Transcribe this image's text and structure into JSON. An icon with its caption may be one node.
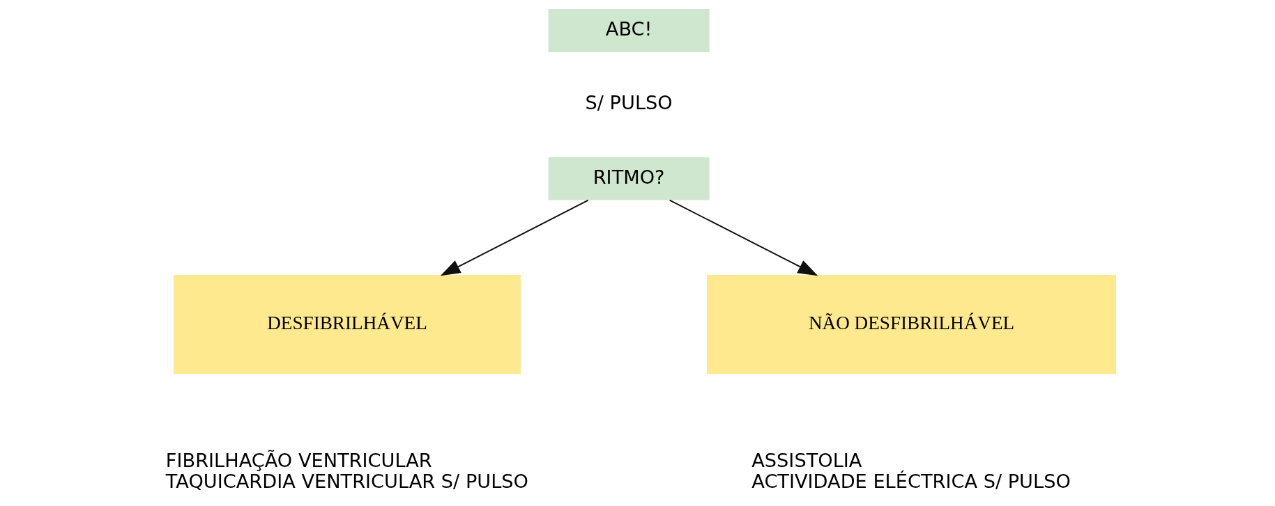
{
  "diagram": {
    "nodes": [
      {
        "text": [
          "ABC!"
        ]
      },
      {
        "text": [
          "RITMO?"
        ]
      },
      {
        "text": [
          "DESFIBRILHÁVEL"
        ],
        "beside": [
          "FIBRILHAÇÃO VENTRICULAR",
          "TAQUICARDIA VENTRICULAR S/ PULSO"
        ]
      },
      {
        "text": [
          "NÃO DESFIBRILHÁVEL"
        ],
        "beside": [
          "ASSISTOLIA",
          "ACTIVIDADE ELÉCTRICA S/ PULSO"
        ]
      }
    ],
    "edges": [
      {
        "from": 1,
        "to": 2,
        "arrow": "to"
      },
      {
        "from": 1,
        "to": 3,
        "arrow": "to"
      }
    ],
    "labels": [
      "S/ PULSO"
    ]
  }
}
